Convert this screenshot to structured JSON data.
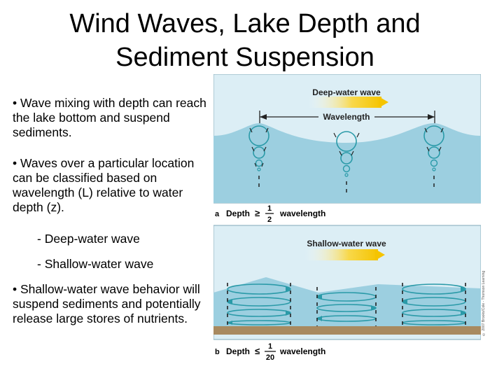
{
  "slide": {
    "title_line1": "Wind Waves, Lake Depth and",
    "title_line2": "Sediment Suspension"
  },
  "bullets": {
    "b1": "• Wave mixing with depth can reach the lake bottom and suspend sediments.",
    "b2": "• Waves over a particular location can be classified based on wavelength (L) relative to water depth (z).",
    "b3": "- Deep-water wave",
    "b4": "- Shallow-water wave",
    "b5": "• Shallow-water wave behavior will suspend sediments and potentially release large stores of nutrients."
  },
  "figure": {
    "panel_a": {
      "title": "Deep-water wave",
      "wavelength_label": "Wavelength",
      "caption_letter": "a",
      "caption_depth": "Depth",
      "caption_relation": "≥",
      "caption_num": "1",
      "caption_den": "2",
      "caption_word": "wavelength"
    },
    "panel_b": {
      "title": "Shallow-water wave",
      "caption_letter": "b",
      "caption_depth": "Depth",
      "caption_relation": "≤",
      "caption_num": "1",
      "caption_den": "20",
      "caption_word": "wavelength"
    },
    "credit": "© 2007 Brooks/Cole - Thomson Learning",
    "colors": {
      "sky": "#dceef5",
      "water": "#9ccfe0",
      "orbit": "#2a9aa8",
      "arrow_gold": "#f5c400",
      "sediment": "#a88a60"
    }
  }
}
